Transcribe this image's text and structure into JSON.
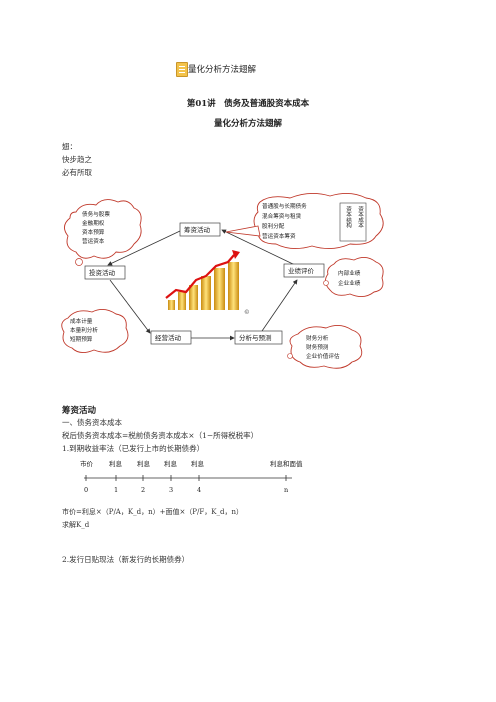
{
  "header": {
    "top_title": "量化分析方法翅解",
    "lecture_title": "第01讲　债务及普通股资本成本",
    "subtitle": "量化分析方法翅解"
  },
  "poem": [
    "翅：",
    "快步趋之",
    "必有所取"
  ],
  "diagram": {
    "nodes": {
      "financing": "筹资活动",
      "investing": "投资活动",
      "performance": "业绩评价",
      "operating": "经营活动",
      "analysis": "分析与预测"
    },
    "cloud_left_top": [
      "债务与股票",
      "金融期权",
      "资本预算",
      "营运资本"
    ],
    "cloud_right_top": [
      "普通股与长期债务",
      "混合筹资与租赁",
      "股利分配",
      "营运资本筹资"
    ],
    "right_top_side": [
      "资本结构",
      "资本成本"
    ],
    "cloud_right_mid": [
      "内部业绩",
      "企业业绩"
    ],
    "cloud_left_bottom": [
      "成本计量",
      "本量利分析",
      "短期预算"
    ],
    "cloud_right_bottom": [
      "财务分析",
      "财务预测",
      "企业价值评估"
    ]
  },
  "body": {
    "section_heading": "筹资活动",
    "line1": "一、债务资本成本",
    "line2": "税后债务资本成本=税前债务资本成本×（1−所得税税率）",
    "line3": "1.到期收益率法（已发行上市的长期债券）",
    "line4": "2.发行日贴现法（新发行的长期债券）"
  },
  "timeline": {
    "labels": [
      "市价",
      "利息",
      "利息",
      "利息",
      "利息",
      "利息和面值"
    ],
    "ticks": [
      "0",
      "1",
      "2",
      "3",
      "4",
      "n"
    ],
    "formula": "市价=利息×（P/A，K_d，n）+面值×（P/F，K_d，n）",
    "solve": "求解K_d"
  }
}
